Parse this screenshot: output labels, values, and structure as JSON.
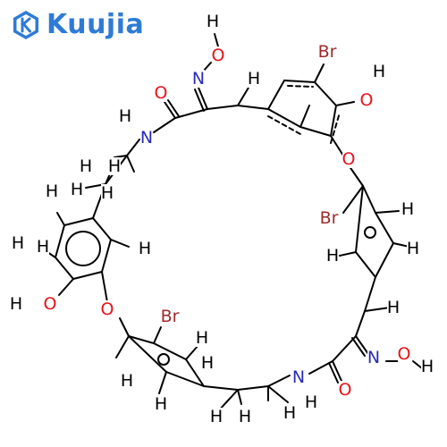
{
  "brand": {
    "logo_text": "Kuujia",
    "logo_icon": "hexagon-k-icon",
    "color": "#2e7bd6"
  },
  "colors": {
    "bond": "#000000",
    "H": "#000000",
    "O": "#e8131a",
    "N": "#2a2ab8",
    "Br": "#9e2a2a"
  },
  "atoms": [
    {
      "id": "h_ox1",
      "label": "H",
      "el": "H"
    },
    {
      "id": "o_ox1",
      "label": "O",
      "el": "O"
    },
    {
      "id": "n_ox1",
      "label": "N",
      "el": "N"
    },
    {
      "id": "br_top",
      "label": "Br",
      "el": "Br"
    },
    {
      "id": "h_ohtop",
      "label": "H",
      "el": "H"
    },
    {
      "id": "o_ohtop",
      "label": "O",
      "el": "O"
    },
    {
      "id": "h_ch1",
      "label": "H",
      "el": "H"
    },
    {
      "id": "o_co1",
      "label": "O",
      "el": "O"
    },
    {
      "id": "h_nh1",
      "label": "H",
      "el": "H"
    },
    {
      "id": "n_nh1",
      "label": "N",
      "el": "N"
    },
    {
      "id": "h_ch2a",
      "label": "H",
      "el": "H"
    },
    {
      "id": "h_ch2b",
      "label": "H",
      "el": "H"
    },
    {
      "id": "h_ch2c",
      "label": "H",
      "el": "H"
    },
    {
      "id": "h_ch2d",
      "label": "H",
      "el": "H"
    },
    {
      "id": "o_ether1",
      "label": "O",
      "el": "O"
    },
    {
      "id": "br_right",
      "label": "Br",
      "el": "Br"
    },
    {
      "id": "h_ar1",
      "label": "H",
      "el": "H"
    },
    {
      "id": "h_ar2",
      "label": "H",
      "el": "H"
    },
    {
      "id": "h_ar3",
      "label": "H",
      "el": "H"
    },
    {
      "id": "h_ar4",
      "label": "H",
      "el": "H"
    },
    {
      "id": "h_rr1",
      "label": "H",
      "el": "H"
    },
    {
      "id": "h_rr2",
      "label": "H",
      "el": "H"
    },
    {
      "id": "h_rr3",
      "label": "H",
      "el": "H"
    },
    {
      "id": "h_oh2",
      "label": "H",
      "el": "H"
    },
    {
      "id": "o_oh2",
      "label": "O",
      "el": "O"
    },
    {
      "id": "h_ch3",
      "label": "H",
      "el": "H"
    },
    {
      "id": "o_ether2",
      "label": "O",
      "el": "O"
    },
    {
      "id": "br_bot",
      "label": "Br",
      "el": "Br"
    },
    {
      "id": "n_ox2",
      "label": "N",
      "el": "N"
    },
    {
      "id": "o_ox2",
      "label": "O",
      "el": "O"
    },
    {
      "id": "h_ox2",
      "label": "H",
      "el": "H"
    },
    {
      "id": "h_bl1",
      "label": "H",
      "el": "H"
    },
    {
      "id": "h_bl2",
      "label": "H",
      "el": "H"
    },
    {
      "id": "h_bl3",
      "label": "H",
      "el": "H"
    },
    {
      "id": "n_nh2",
      "label": "N",
      "el": "N"
    },
    {
      "id": "h_nh2",
      "label": "H",
      "el": "H"
    },
    {
      "id": "o_co2",
      "label": "O",
      "el": "O"
    },
    {
      "id": "h_b1",
      "label": "H",
      "el": "H"
    },
    {
      "id": "h_b2",
      "label": "H",
      "el": "H"
    },
    {
      "id": "h_b3",
      "label": "H",
      "el": "H"
    },
    {
      "id": "h_b4",
      "label": "H",
      "el": "H"
    }
  ]
}
